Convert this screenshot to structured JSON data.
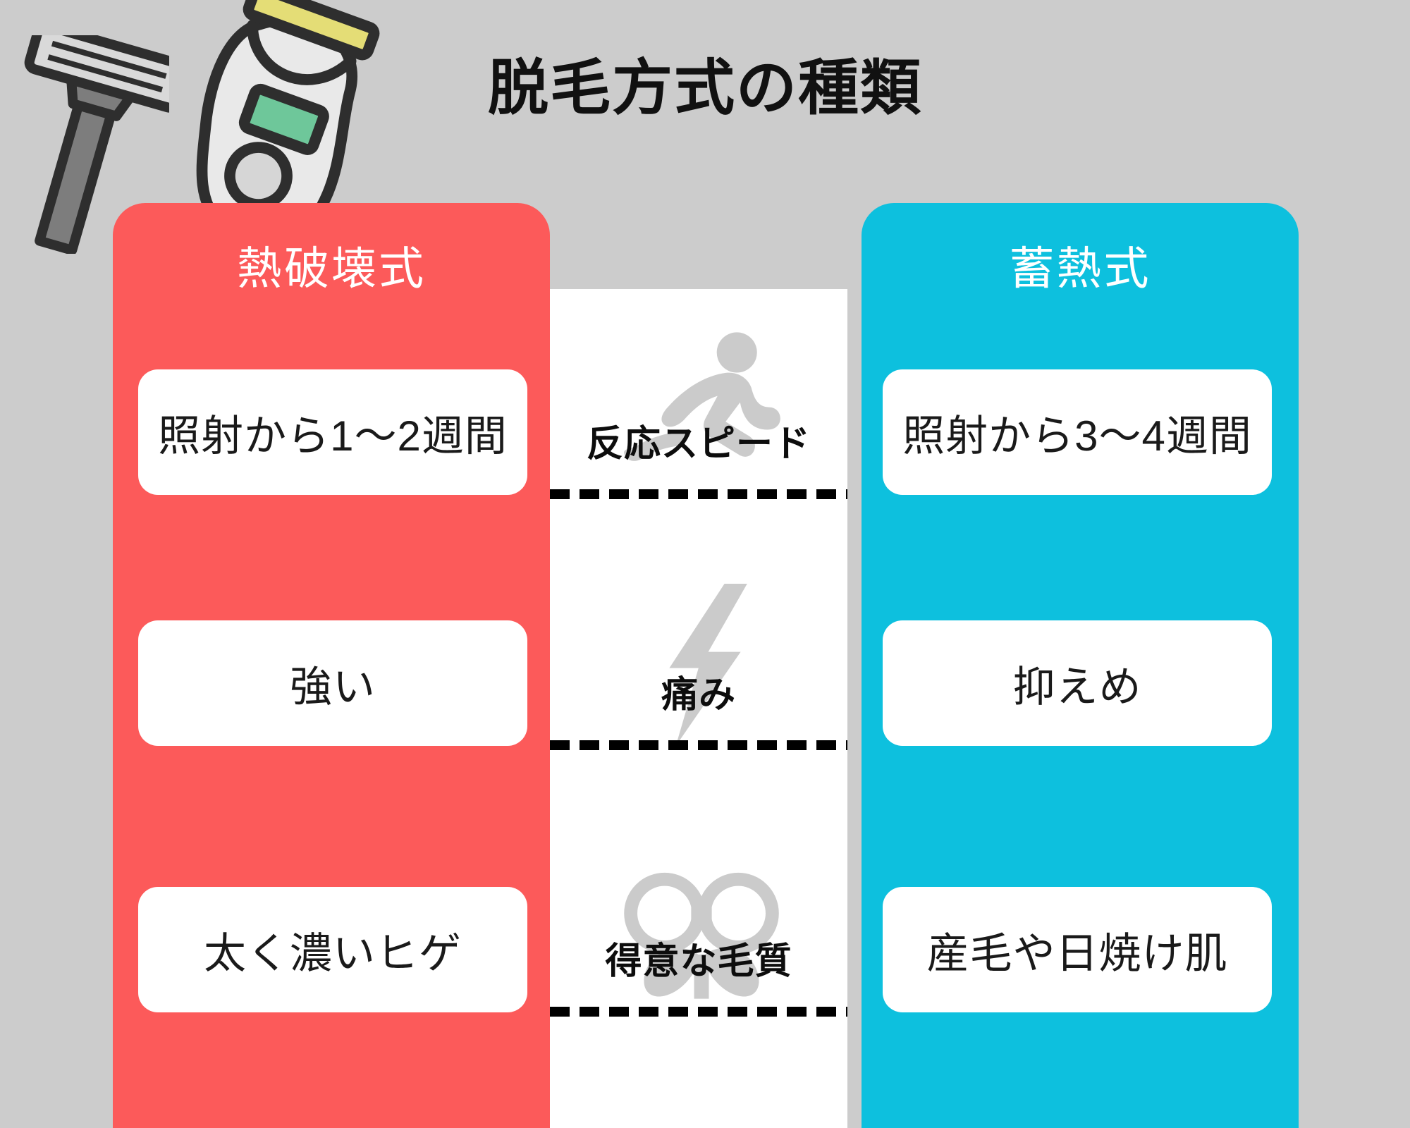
{
  "page": {
    "title": "脱毛方式の種類",
    "background_color": "#cccccc"
  },
  "columns": {
    "left": {
      "heading": "熱破壊式",
      "color": "#fc5a5a",
      "icon": "razor-icon"
    },
    "right": {
      "heading": "蓄熱式",
      "color": "#0dc0de",
      "icon": "epilator-icon"
    }
  },
  "comparison_rows": [
    {
      "label": "反応スピード",
      "watermark_icon": "running-person-icon",
      "left_value": "照射から1〜2週間",
      "right_value": "照射から3〜4週間"
    },
    {
      "label": "痛み",
      "watermark_icon": "lightning-bolt-icon",
      "left_value": "強い",
      "right_value": "抑えめ"
    },
    {
      "label": "得意な毛質",
      "watermark_icon": "disguise-glasses-mustache-icon",
      "left_value": "太く濃いヒゲ",
      "right_value": "産毛や日焼け肌"
    }
  ]
}
